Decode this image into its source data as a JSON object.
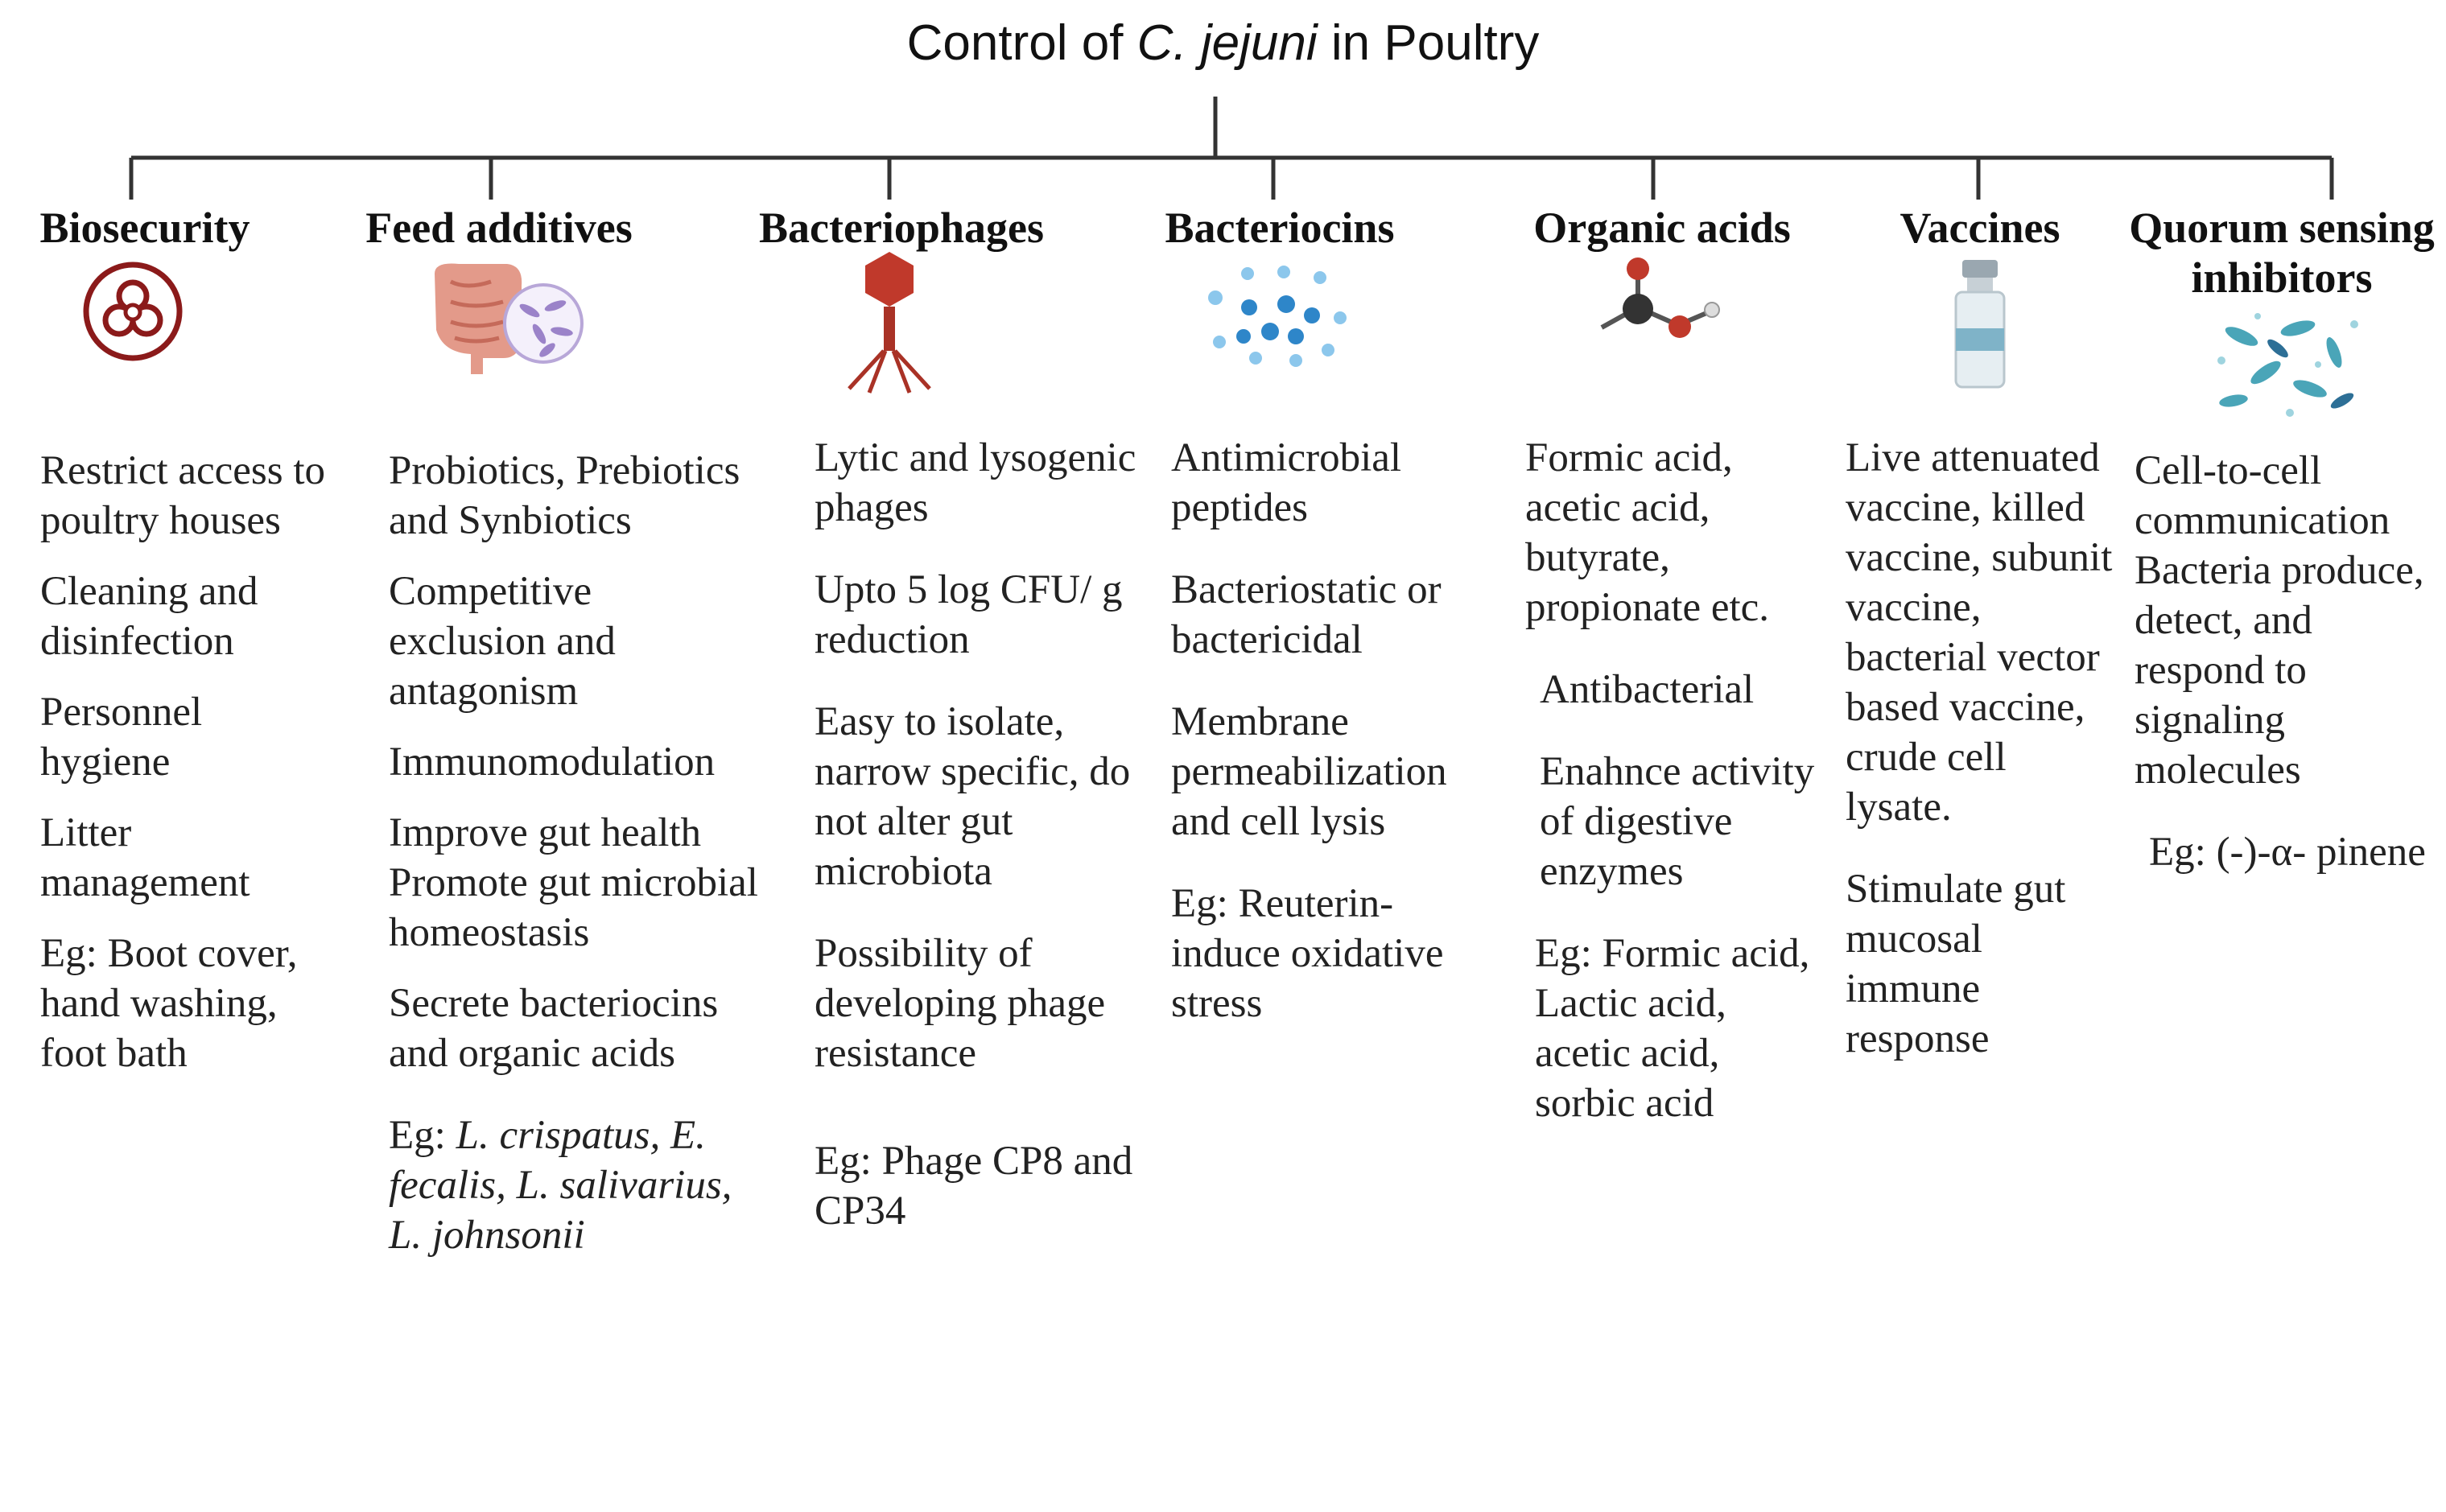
{
  "title": {
    "prefix": "Control of ",
    "italic": "C. jejuni",
    "suffix": " in Poultry"
  },
  "colors": {
    "line": "#333333",
    "biohazard": "#8b1a1a",
    "gut": "#d98a7a",
    "phage": "#c0392b",
    "dots": "#3a9ad9",
    "vial": "#7fb3c8",
    "bacteria": "#4aa5b8"
  },
  "branches": [
    {
      "heading": "Biosecurity",
      "icon": "biohazard-icon",
      "items": [
        "Restrict access to poultry houses",
        "Cleaning and disinfection",
        "Personnel hygiene",
        "Litter management",
        "Eg: Boot cover, hand washing, foot bath"
      ]
    },
    {
      "heading": "Feed additives",
      "icon": "gut-microbes-icon",
      "items": [
        "Probiotics, Prebiotics and Synbiotics",
        "Competitive exclusion and antagonism",
        "Immunomodulation",
        "Improve gut health",
        "Promote gut microbial homeostasis",
        "Secrete bacteriocins and organic acids"
      ],
      "example_prefix": "Eg: ",
      "example_italic": "L. crispatus, E. fecalis, L. salivarius, L. johnsonii"
    },
    {
      "heading": "Bacteriophages",
      "icon": "bacteriophage-icon",
      "items": [
        "Lytic and lysogenic phages",
        "Upto 5 log CFU/ g reduction",
        "Easy to isolate, narrow specific, do not alter gut microbiota",
        "Possibility of developing phage resistance",
        "Eg: Phage CP8 and CP34"
      ]
    },
    {
      "heading": "Bacteriocins",
      "icon": "peptide-dots-icon",
      "items": [
        "Antimicrobial peptides",
        "Bacteriostatic or bactericidal",
        "Membrane permeabilization and cell lysis",
        "Eg: Reuterin- induce oxidative stress"
      ]
    },
    {
      "heading": "Organic acids",
      "icon": "molecule-icon",
      "items": [
        "Formic acid, acetic acid, butyrate, propionate etc.",
        "Antibacterial",
        "Enahnce activity of digestive enzymes",
        "Eg: Formic acid, Lactic acid, acetic acid, sorbic acid"
      ]
    },
    {
      "heading": "Vaccines",
      "icon": "vaccine-vial-icon",
      "items": [
        "Live attenuated vaccine, killed vaccine, subunit vaccine, bacterial vector based vaccine, crude cell lysate.",
        "Stimulate gut mucosal immune response"
      ]
    },
    {
      "heading": "Quorum sensing inhibitors",
      "icon": "bacteria-cluster-icon",
      "items": [
        "Cell-to-cell communication Bacteria produce, detect, and respond to signaling molecules",
        "Eg: (-)-α- pinene"
      ]
    }
  ]
}
